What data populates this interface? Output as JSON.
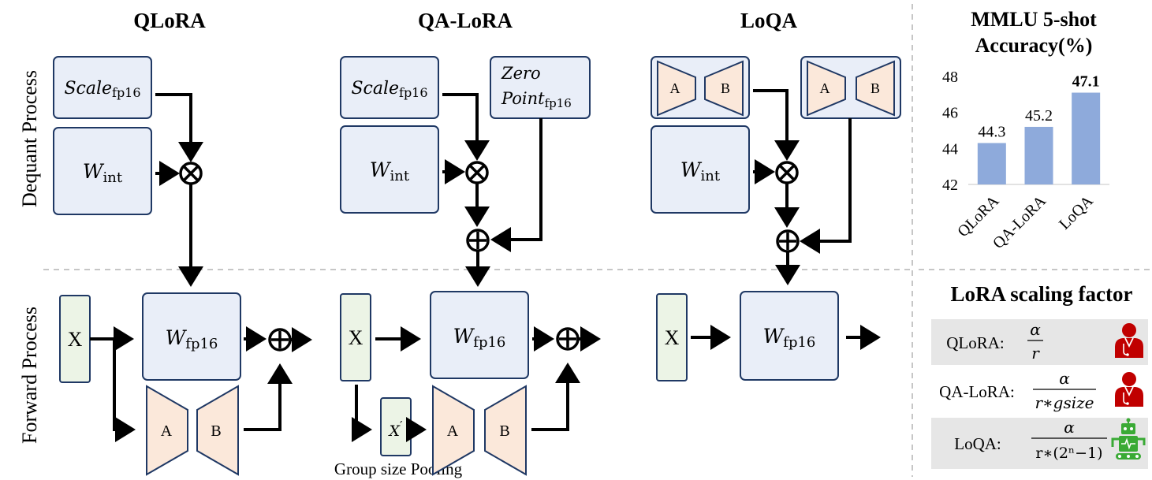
{
  "columns": {
    "qlora": {
      "title": "QLoRA",
      "scale_label": "Scale",
      "scale_sub": "fp16",
      "wint_label": "W",
      "wint_sub": "int",
      "x_label": "X",
      "wfp16_label": "W",
      "wfp16_sub": "fp16",
      "a_label": "A",
      "b_label": "B"
    },
    "qalora": {
      "title": "QA-LoRA",
      "scale_label": "Scale",
      "scale_sub": "fp16",
      "zero_line1": "Zero",
      "zero_line2": "Point",
      "zero_sub": "fp16",
      "wint_label": "W",
      "wint_sub": "int",
      "x_label": "X",
      "xprime_label": "X",
      "xprime_mark": "′",
      "wfp16_label": "W",
      "wfp16_sub": "fp16",
      "a_label": "A",
      "b_label": "B",
      "pooling_caption": "Group size Pooling"
    },
    "loqa": {
      "title": "LoQA",
      "wint_label": "W",
      "wint_sub": "int",
      "x_label": "X",
      "wfp16_label": "W",
      "wfp16_sub": "fp16",
      "a_label": "A",
      "b_label": "B"
    }
  },
  "side_labels": {
    "dequant": "Dequant Process",
    "forward": "Forward Process"
  },
  "chart_data": {
    "type": "bar",
    "title_line1": "MMLU 5-shot",
    "title_line2": "Accuracy(%)",
    "categories": [
      "QLoRA",
      "QA-LoRA",
      "LoQA"
    ],
    "values": [
      44.3,
      45.2,
      47.1
    ],
    "value_labels": [
      "44.3",
      "45.2",
      "47.1"
    ],
    "ylim": [
      42,
      48
    ],
    "yticks": [
      "42",
      "44",
      "46",
      "48"
    ],
    "bar_color": "#8eaadb",
    "grid": false
  },
  "scaling": {
    "title": "LoRA scaling factor",
    "rows": [
      {
        "label": "QLoRA:",
        "num": "α",
        "den": "r",
        "icon": "red-person-icon"
      },
      {
        "label": "QA-LoRA:",
        "num": "α",
        "den": "r∗gsize",
        "icon": "red-person-icon"
      },
      {
        "label": "LoQA:",
        "num": "α",
        "den": "r∗(2ⁿ−1)",
        "icon": "green-robot-icon"
      }
    ]
  },
  "colors": {
    "box_blue": "#e9eef8",
    "box_green": "#ecf4e6",
    "trapezoid_fill": "#fbe8da",
    "border": "#1f3864",
    "red_icon": "#c00000",
    "green_icon": "#3aaa35"
  }
}
